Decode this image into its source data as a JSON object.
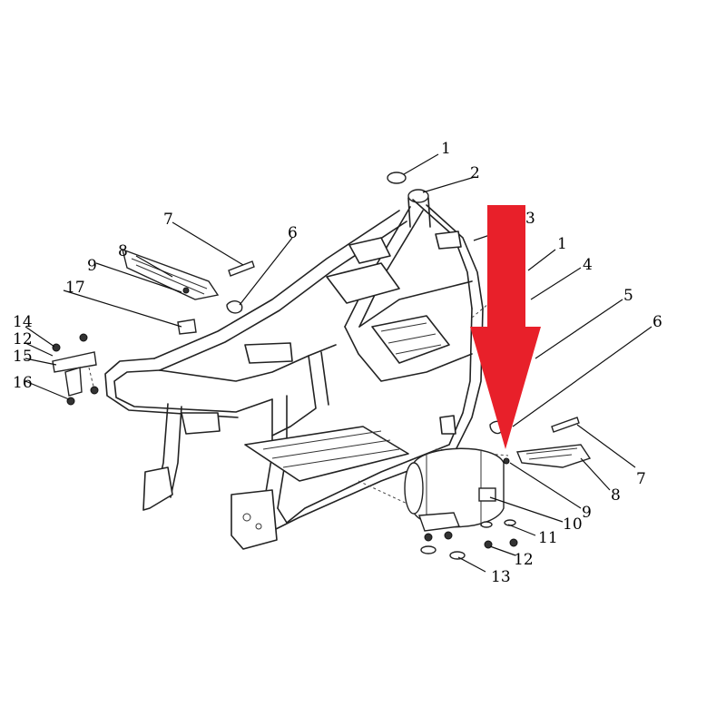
{
  "callouts": {
    "c1_top": "1",
    "c2": "2",
    "c3": "3",
    "c1_right": "1",
    "c4": "4",
    "c5": "5",
    "c6_right": "6",
    "c7_right": "7",
    "c8_right": "8",
    "c9_right": "9",
    "c10": "10",
    "c11": "11",
    "c12_right": "12",
    "c13": "13",
    "c7_left": "7",
    "c6_left": "6",
    "c8_left": "8",
    "c9_left": "9",
    "c17": "17",
    "c14": "14",
    "c12_left": "12",
    "c15": "15",
    "c16": "16"
  },
  "colors": {
    "arrow": "#e8202a",
    "line": "#222222",
    "background": "#ffffff"
  }
}
